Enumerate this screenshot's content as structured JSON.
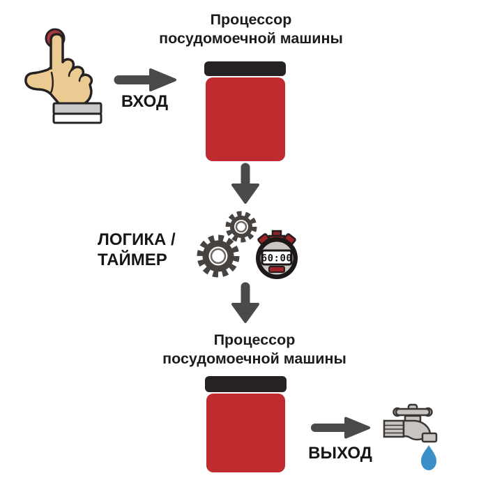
{
  "diagram": {
    "processor_top": {
      "title_line1": "Процессор",
      "title_line2": "посудомоечной машины"
    },
    "input": {
      "label": "ВХОД",
      "icon": "hand-press-button-icon"
    },
    "logic": {
      "label_line1": "ЛОГИКА /",
      "label_line2": "ТАЙМЕР",
      "stopwatch_display": "60:00",
      "icons": [
        "gears-icon",
        "stopwatch-icon"
      ]
    },
    "processor_bottom": {
      "title_line1": "Процессор",
      "title_line2": "посудомоечной машины"
    },
    "output": {
      "label": "ВЫХОД",
      "icons": [
        "faucet-icon",
        "water-drop-icon"
      ]
    }
  },
  "colors": {
    "background": "#ffffff",
    "text": "#1c1c1c",
    "arrow_gray": "#4a4a4a",
    "box_red": "#c02b30",
    "box_lid_black": "#262223",
    "gear_gray": "#474340",
    "stopwatch_ring": "#1d1919",
    "stopwatch_face": "#c9c6c3",
    "stopwatch_red": "#9e2226",
    "hand_tan": "#eccb92",
    "push_button_red": "#a8393c",
    "cuff_gray": "#c9c9c9",
    "faucet_gray": "#c8c4bf",
    "water_drop_blue": "#3b8ec6"
  }
}
